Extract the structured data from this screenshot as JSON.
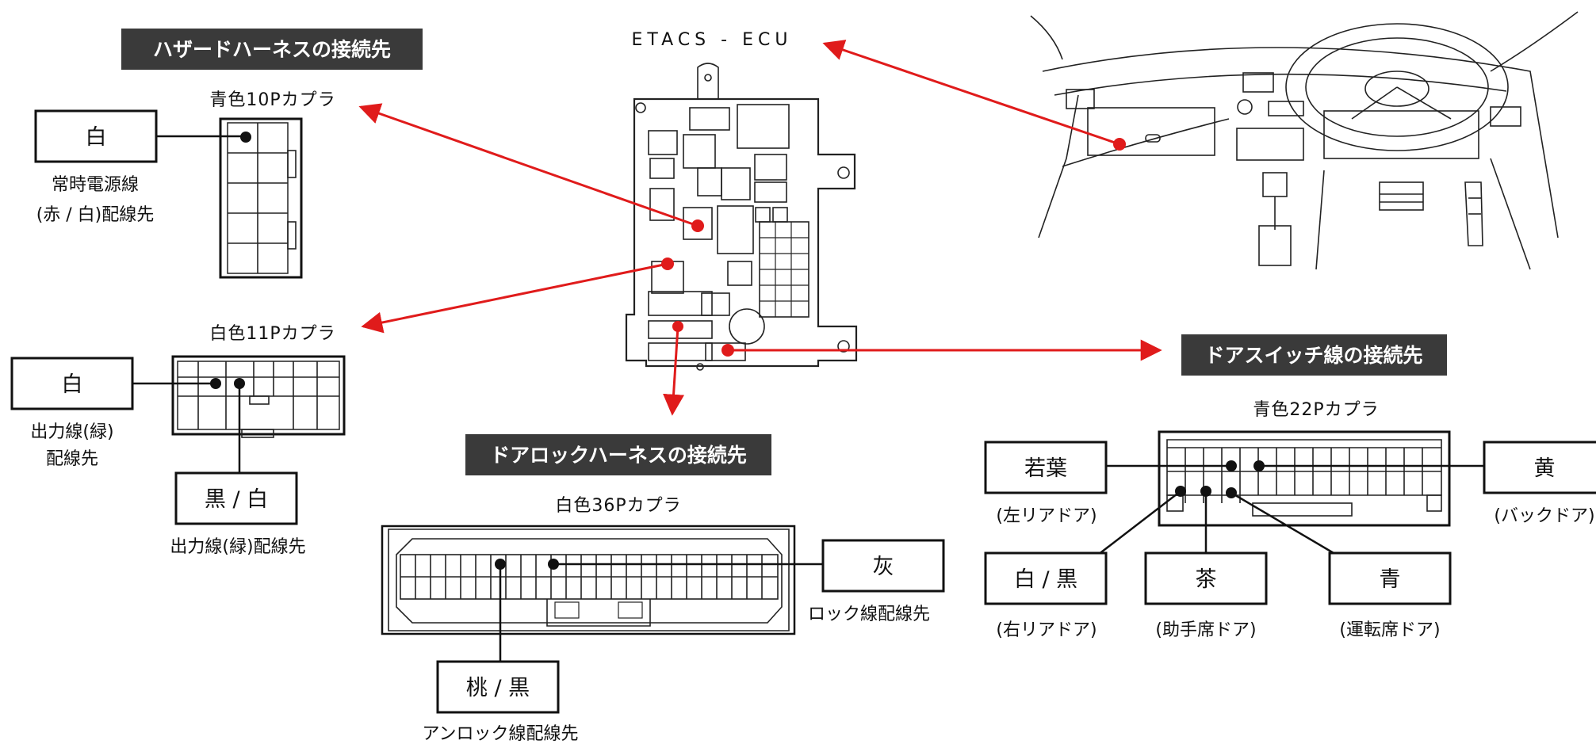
{
  "ecu_title": "ETACS - ECU",
  "colors": {
    "header_bg": "#3a3a3a",
    "arrow": "#e01b1b",
    "line": "#111111"
  },
  "hazard": {
    "header": "ハザードハーネスの接続先",
    "connector_10p": {
      "title": "青色10Pカプラ",
      "wire": "白",
      "desc_1": "常時電源線",
      "desc_2": "(赤 / 白)配線先"
    },
    "connector_11p": {
      "title": "白色11Pカプラ",
      "wire_left": "白",
      "desc_left_1": "出力線(緑)",
      "desc_left_2": "配線先",
      "wire_bottom": "黒 / 白",
      "desc_bottom": "出力線(緑)配線先"
    }
  },
  "doorlock": {
    "header": "ドアロックハーネスの接続先",
    "title": "白色36Pカプラ",
    "wire_right": "灰",
    "desc_right": "ロック線配線先",
    "wire_bottom": "桃 / 黒",
    "desc_bottom": "アンロック線配線先"
  },
  "doorswitch": {
    "header": "ドアスイッチ線の接続先",
    "title": "青色22Pカプラ",
    "wires": [
      {
        "name": "若葉",
        "desc": "(左リアドア)"
      },
      {
        "name": "黄",
        "desc": "(バックドア)"
      },
      {
        "name": "白 / 黒",
        "desc": "(右リアドア)"
      },
      {
        "name": "茶",
        "desc": "(助手席ドア)"
      },
      {
        "name": "青",
        "desc": "(運転席ドア)"
      }
    ]
  },
  "icons": [
    "ecu-fusebox-illustration",
    "dashboard-illustration",
    "connector-icon"
  ]
}
